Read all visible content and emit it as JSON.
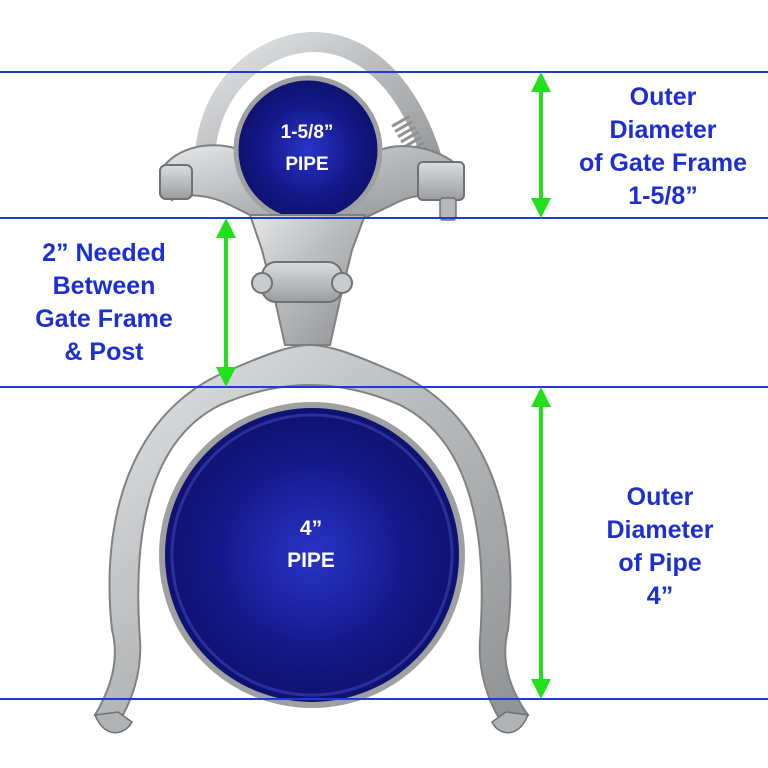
{
  "small_pipe": {
    "size": "1-5/8”",
    "word": "PIPE"
  },
  "large_pipe": {
    "size": "4”",
    "word": "PIPE"
  },
  "gate_frame_label": {
    "lines": [
      "Outer",
      "Diameter",
      "of Gate Frame",
      "1-5/8”"
    ]
  },
  "gap_label": {
    "lines": [
      "2” Needed",
      "Between",
      "Gate Frame",
      "& Post"
    ]
  },
  "pipe_od_label": {
    "lines": [
      "Outer",
      "Diameter",
      "of Pipe",
      "4”"
    ]
  },
  "colors": {
    "guide_line": "#1f3bd6",
    "label_text": "#1c2fd0",
    "arrow": "#22e01c",
    "pipe_fill": "#1a1f9e",
    "metal": "#c4c6c8"
  }
}
